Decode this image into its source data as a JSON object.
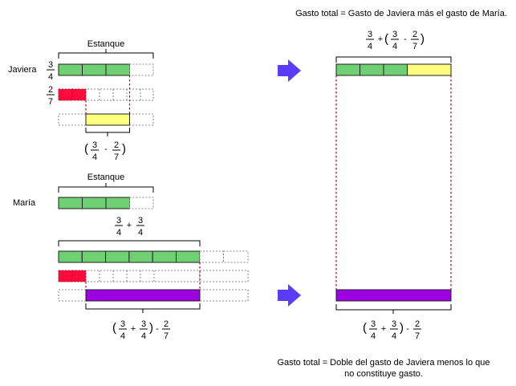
{
  "colors": {
    "green": "#6fcf73",
    "red": "#ff0a3c",
    "yellow": "#ffff80",
    "purple": "#9c00e0",
    "arrow": "#5a3cff",
    "guide": "#c0001a"
  },
  "top_right": {
    "title": "Gasto total = Gasto de Javiera más el gasto de María.",
    "expr": {
      "a_num": "3",
      "a_den": "4",
      "plus": "+",
      "open": "(",
      "b_num": "3",
      "b_den": "4",
      "minus": "-",
      "c_num": "2",
      "c_den": "7",
      "close": ")"
    }
  },
  "javiera": {
    "tank_label": "Estanque",
    "name": "Javiera",
    "frac_num": "3",
    "frac_den": "4",
    "frac2_num": "2",
    "frac2_den": "7",
    "bottom_expr": {
      "open": "(",
      "a_num": "3",
      "a_den": "4",
      "minus": "-",
      "b_num": "2",
      "b_den": "7",
      "close": ")"
    }
  },
  "maria": {
    "tank_label": "Estanque",
    "name": "María",
    "sum_expr": {
      "a_num": "3",
      "a_den": "4",
      "plus": "+",
      "b_num": "3",
      "b_den": "4"
    },
    "bottom_expr": {
      "open": "(",
      "a_num": "3",
      "a_den": "4",
      "plus": "+",
      "b_num": "3",
      "b_den": "4",
      "close": ")",
      "minus": "-",
      "c_num": "2",
      "c_den": "7"
    }
  },
  "bottom_right": {
    "expr": {
      "open": "(",
      "a_num": "3",
      "a_den": "4",
      "plus": "+",
      "b_num": "3",
      "b_den": "4",
      "close": ")",
      "minus": "-",
      "c_num": "2",
      "c_den": "7"
    },
    "caption_line1": "Gasto total = Doble del gasto de Javiera menos lo que",
    "caption_line2": "no constituye gasto."
  }
}
